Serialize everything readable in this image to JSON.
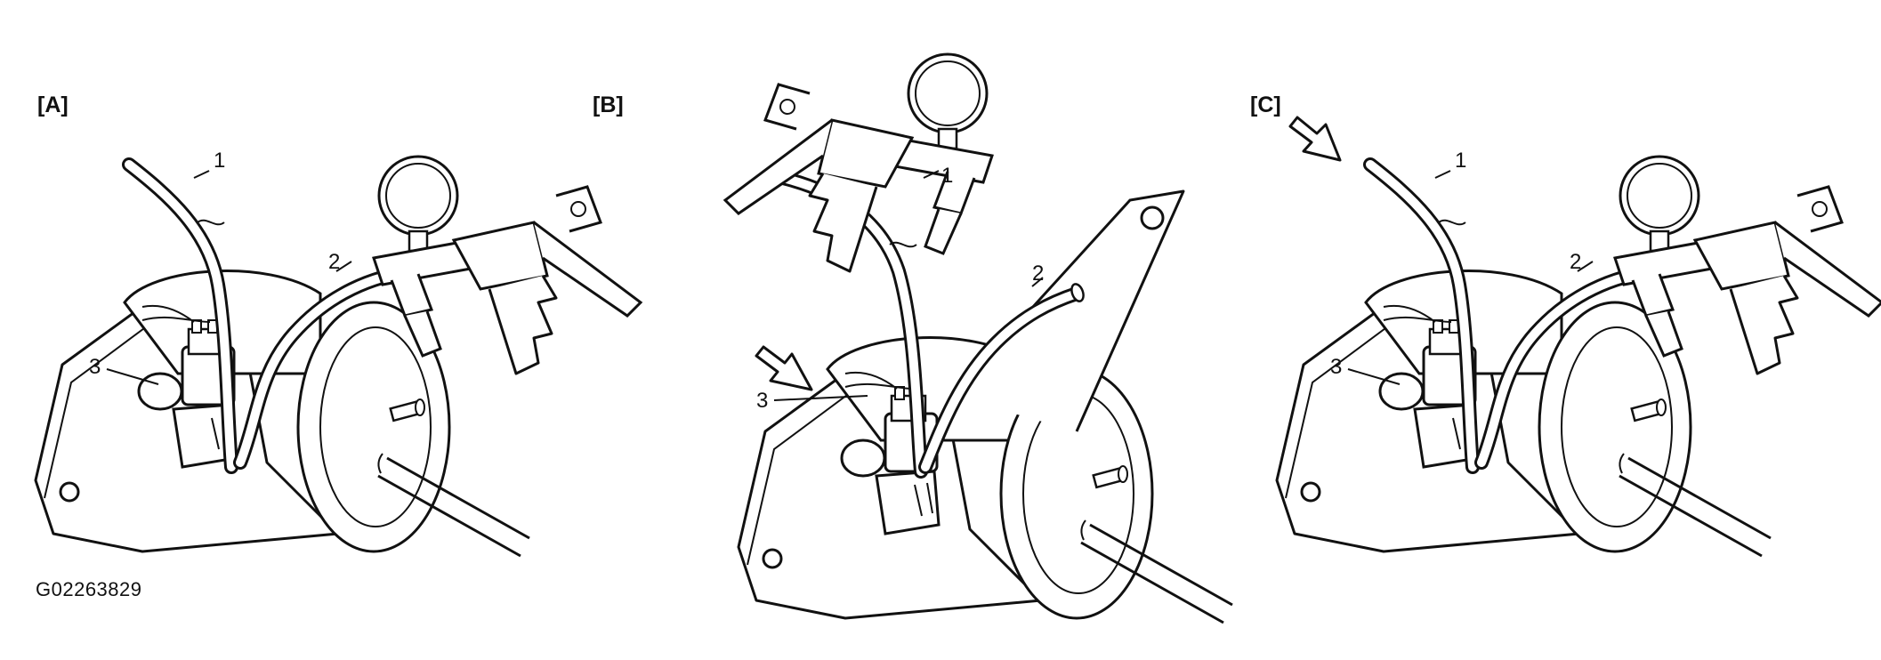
{
  "figure_id": "G02263829",
  "panels": [
    {
      "label": "[A]",
      "callouts": [
        "1",
        "2",
        "3"
      ]
    },
    {
      "label": "[B]",
      "callouts": [
        "1",
        "2",
        "3"
      ]
    },
    {
      "label": "[C]",
      "callouts": [
        "1",
        "2",
        "3"
      ]
    }
  ]
}
